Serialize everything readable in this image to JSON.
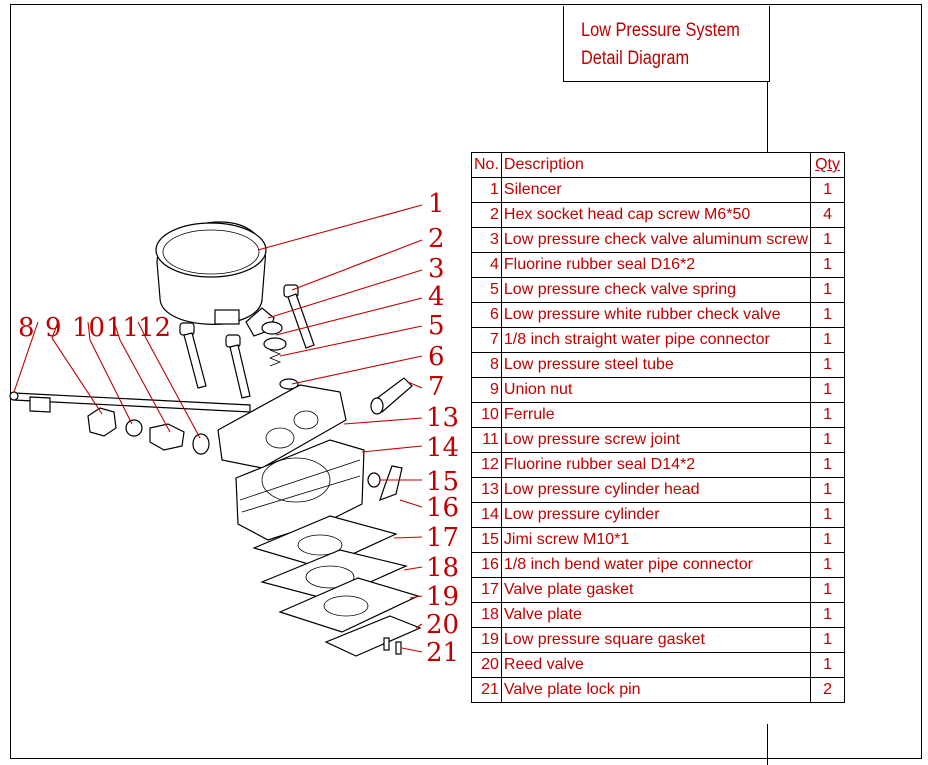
{
  "title": {
    "line1": "Low Pressure System",
    "line2": "Detail Diagram"
  },
  "table": {
    "headers": {
      "no": "No.",
      "description": "Description",
      "qty": "Qty"
    },
    "rows": [
      {
        "no": "1",
        "description": "Silencer",
        "qty": "1"
      },
      {
        "no": "2",
        "description": "Hex socket head cap screw M6*50",
        "qty": "4"
      },
      {
        "no": "3",
        "description": "Low pressure check valve aluminum screw",
        "qty": "1"
      },
      {
        "no": "4",
        "description": "Fluorine rubber seal D16*2",
        "qty": "1"
      },
      {
        "no": "5",
        "description": "Low pressure check valve spring",
        "qty": "1"
      },
      {
        "no": "6",
        "description": "Low pressure white rubber check valve",
        "qty": "1"
      },
      {
        "no": "7",
        "description": "1/8 inch straight water pipe connector",
        "qty": "1"
      },
      {
        "no": "8",
        "description": "Low pressure steel tube",
        "qty": "1"
      },
      {
        "no": "9",
        "description": "Union nut",
        "qty": "1"
      },
      {
        "no": "10",
        "description": "Ferrule",
        "qty": "1"
      },
      {
        "no": "11",
        "description": "Low pressure screw joint",
        "qty": "1"
      },
      {
        "no": "12",
        "description": "Fluorine rubber seal D14*2",
        "qty": "1"
      },
      {
        "no": "13",
        "description": "Low pressure cylinder head",
        "qty": "1"
      },
      {
        "no": "14",
        "description": "Low pressure cylinder",
        "qty": "1"
      },
      {
        "no": "15",
        "description": "Jimi screw M10*1",
        "qty": "1"
      },
      {
        "no": "16",
        "description": "1/8 inch bend water pipe connector",
        "qty": "1"
      },
      {
        "no": "17",
        "description": "Valve plate gasket",
        "qty": "1"
      },
      {
        "no": "18",
        "description": "Valve plate",
        "qty": "1"
      },
      {
        "no": "19",
        "description": "Low pressure square gasket",
        "qty": "1"
      },
      {
        "no": "20",
        "description": "Reed valve",
        "qty": "1"
      },
      {
        "no": "21",
        "description": "Valve plate lock pin",
        "qty": "2"
      }
    ]
  },
  "callouts": {
    "c1": "1",
    "c2": "2",
    "c3": "3",
    "c4": "4",
    "c5": "5",
    "c6": "6",
    "c7": "7",
    "c8": "8",
    "c9": "9",
    "c10": "10",
    "c11": "11",
    "c12": "12",
    "c13": "13",
    "c14": "14",
    "c15": "15",
    "c16": "16",
    "c17": "17",
    "c18": "18",
    "c19": "19",
    "c20": "20",
    "c21": "21"
  },
  "colors": {
    "accent": "#c00000",
    "line": "#000000"
  }
}
